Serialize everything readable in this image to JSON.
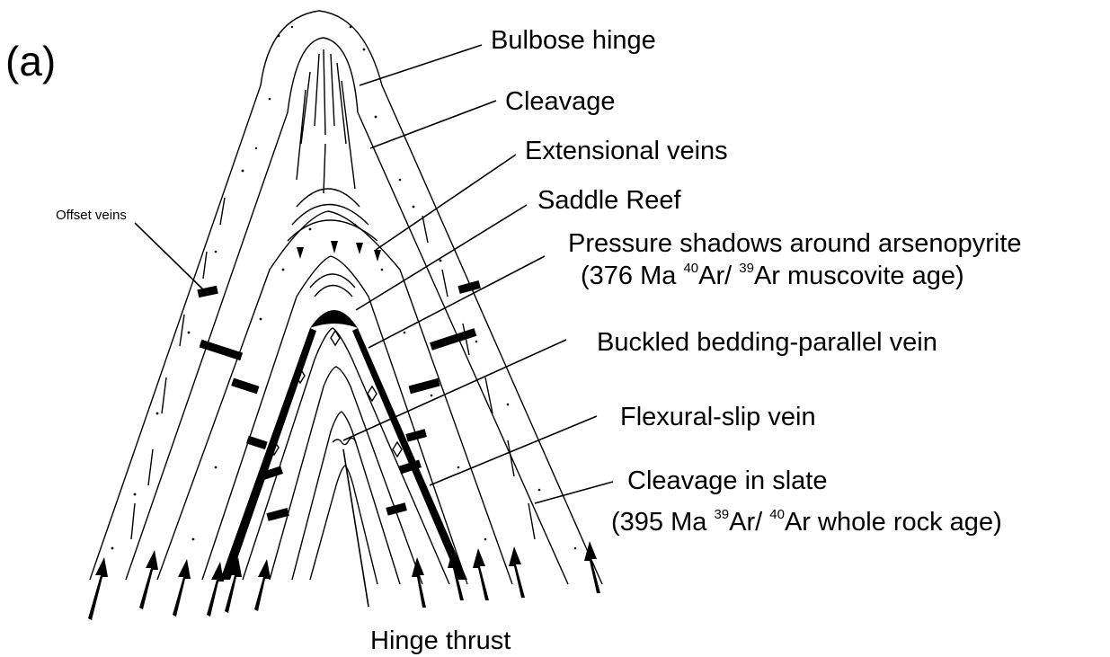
{
  "figure": {
    "panel_label": "(a)",
    "labels": {
      "bulbose_hinge": "Bulbose hinge",
      "cleavage": "Cleavage",
      "extensional_veins": "Extensional veins",
      "saddle_reef": "Saddle Reef",
      "pressure_shadows": "Pressure shadows around arsenopyrite",
      "pressure_shadows_age": {
        "open": "(376 Ma ",
        "sup1": "40",
        "iso1": "Ar/ ",
        "sup2": "39",
        "iso2": "Ar  muscovite age)"
      },
      "buckled_vein": "Buckled bedding-parallel vein",
      "flexural_slip_vein": "Flexural-slip vein",
      "cleavage_in_slate": "Cleavage in slate",
      "cleavage_in_slate_age": {
        "open": "(395 Ma ",
        "sup1": "39",
        "iso1": "Ar/ ",
        "sup2": "40",
        "iso2": "Ar  whole rock age)"
      },
      "offset_veins": "Offset veins",
      "hinge_thrust": "Hinge thrust"
    },
    "colors": {
      "ink": "#000000",
      "background": "#ffffff"
    }
  }
}
